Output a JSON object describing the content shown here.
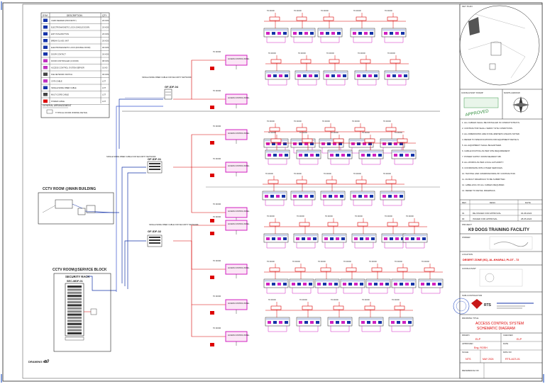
{
  "legend": {
    "header_cols": [
      "SYM",
      "DESCRIPTION",
      "QTY"
    ],
    "items": [
      {
        "desc": "CARD READER (PROXIMITY)",
        "qty": "26 NOS"
      },
      {
        "desc": "ELECTROMAGNETIC LOCK (SINGLE DOOR)",
        "qty": "20 NOS"
      },
      {
        "desc": "EXIT PUSH BUTTON",
        "qty": "26 NOS"
      },
      {
        "desc": "BREAK GLASS UNIT",
        "qty": "26 NOS"
      },
      {
        "desc": "ELECTROMAGNETIC LOCK (DOUBLE DOOR)",
        "qty": "06 NOS"
      },
      {
        "desc": "DOOR CONTACT",
        "qty": "26 NOS"
      },
      {
        "desc": "DOOR CONTROLLER (4 DOOR)",
        "qty": "08 NOS"
      },
      {
        "desc": "ACCESS CONTROL SYSTEM SERVER",
        "qty": "01 NO"
      },
      {
        "desc": "PoE NETWORK SWITCH",
        "qty": "06 NOS"
      },
      {
        "desc": "CAT6 CABLE",
        "qty": "LOT"
      },
      {
        "desc": "SINGLE MODE FIBER CABLE",
        "qty": "LOT"
      },
      {
        "desc": "MULTI CORE CABLE",
        "qty": "LOT"
      },
      {
        "desc": "POWER CABLE",
        "qty": "LOT"
      }
    ],
    "general_arrangement": "GENERAL ARRANGEMENT",
    "typical_note": "TYPICAL DOOR WIRING DETAIL"
  },
  "rooms": {
    "cctv_main": "CCTV ROOM @MAIN BUILDING",
    "cctv_service": "CCTV ROOM@SERVICE BLOCK",
    "security_rack": "SECURITY RACK",
    "sec_mdf": "SEC-MDF-01"
  },
  "idf": {
    "gf04": "GF-IDF-04",
    "gf01": "GF-IDF-01",
    "gf02": "GF-IDF-02",
    "fiber_label": "SINGLE MODE FIBER CABLE FOR SECURITY NETWORK"
  },
  "controller_label": "ACCESS CONTROL PANEL",
  "door_label": "TO DOOR",
  "sheet_label": "DRAWING NO",
  "title_block": {
    "key_plan": "KEY PLAN",
    "consultant_stamp": "CONSULTANT STAMP",
    "north_arrow": "NORTH ARROW",
    "approved": "APPROVED",
    "notes": [
      "1. ALL CABLES SHALL BE INSTALLED IN CONDUITS/TRAYS.",
      "2. CONTRACTOR SHALL VERIFY SITE CONDITIONS.",
      "3. ALL DIMENSIONS ARE IN MILLIMETERS UNLESS NOTED.",
      "4. REFER TO SPECIFICATIONS FOR EQUIPMENT DETAILS.",
      "5. ALL EQUIPMENT SHALL BE EARTHED.",
      "6. CABLE ROUTING AS PER SITE REQUIREMENT.",
      "7. POWER SUPPLY FROM NEAREST DB.",
      "8. ALL WORKS AS PER LOCAL AUTHORITY.",
      "9. COORDINATE WITH OTHER SERVICES.",
      "10. TESTING AND COMMISSIONING BY CONTRACTOR.",
      "11. AS BUILT DRAWINGS TO BE SUBMITTED.",
      "12. LABELLING OF ALL CABLES REQUIRED.",
      "13. REFER TO DETAIL DRAWINGS."
    ],
    "rev_header": [
      "REV",
      "DESC",
      "DATE"
    ],
    "revisions": [
      {
        "rev": "01",
        "desc": "RE-ISSUED FOR APPROVAL",
        "date": "04-08-2024"
      },
      {
        "rev": "00",
        "desc": "ISSUED FOR APPROVAL",
        "date": "28-05-2024"
      }
    ],
    "project_label": "PROJECT",
    "project": "K9 DOGS TRAINING FACILITY",
    "owner_label": "OWNER",
    "location_label": "LOCATION",
    "location": "DESERT ZONE (5C), AL-KHARAJ, PLOT - 72",
    "consultant_label": "CONSULTANT",
    "contractor_label": "SUB-CONTRACTOR",
    "company": "RTS",
    "drawing_title_label": "DRAWING TITLE",
    "drawing_title_1": "ACCESS CONTROL SYSTEM",
    "drawing_title_2": "SCHEMATIC DIAGRAM",
    "drawn_label": "DRAWN",
    "drawn": "ELP",
    "checked_label": "CHECKED",
    "checked": "ELP",
    "approved_by_label": "APPROVED",
    "approved_by": "Eng. ROSH",
    "date_label": "DATE",
    "scale_label": "SCALE",
    "scale": "NTS",
    "date": "MAY 2024",
    "dwg_no_label": "DWG NO",
    "dwg_no": "RTS-ACS-01",
    "reference_label": "REFERENCE NO"
  }
}
